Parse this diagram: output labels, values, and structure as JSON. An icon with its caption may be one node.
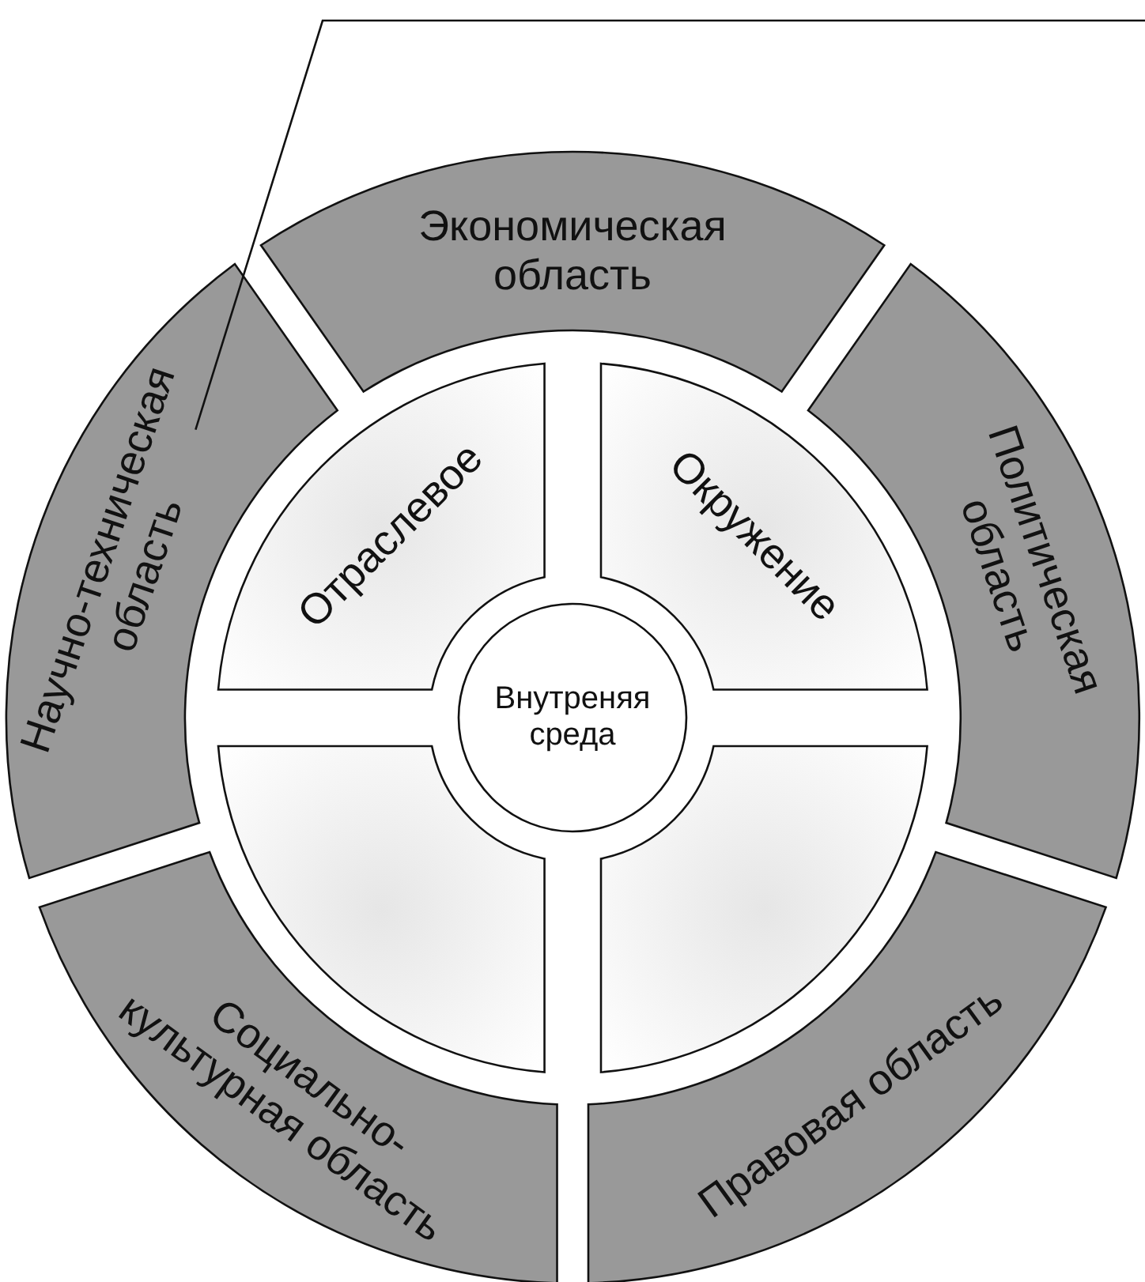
{
  "diagram": {
    "nodes": [
      {
        "text": [
          "Экономическая область"
        ]
      },
      {
        "text": [
          "Научно-техническая область"
        ]
      },
      {
        "text": [
          "Политическая область"
        ]
      },
      {
        "text": [
          "Отраслевое"
        ]
      },
      {
        "text": [
          "Окружение"
        ]
      },
      {
        "text": [
          "Внутреняя среда"
        ]
      },
      {
        "text": [],
        "shape": "sector"
      },
      {
        "text": [],
        "shape": "sector"
      },
      {
        "text": [
          "Социально-культурная область"
        ]
      },
      {
        "text": [
          "Правовая область"
        ]
      }
    ],
    "edges": [
      {
        "from": null,
        "to": 1,
        "arrow": "none"
      }
    ]
  }
}
